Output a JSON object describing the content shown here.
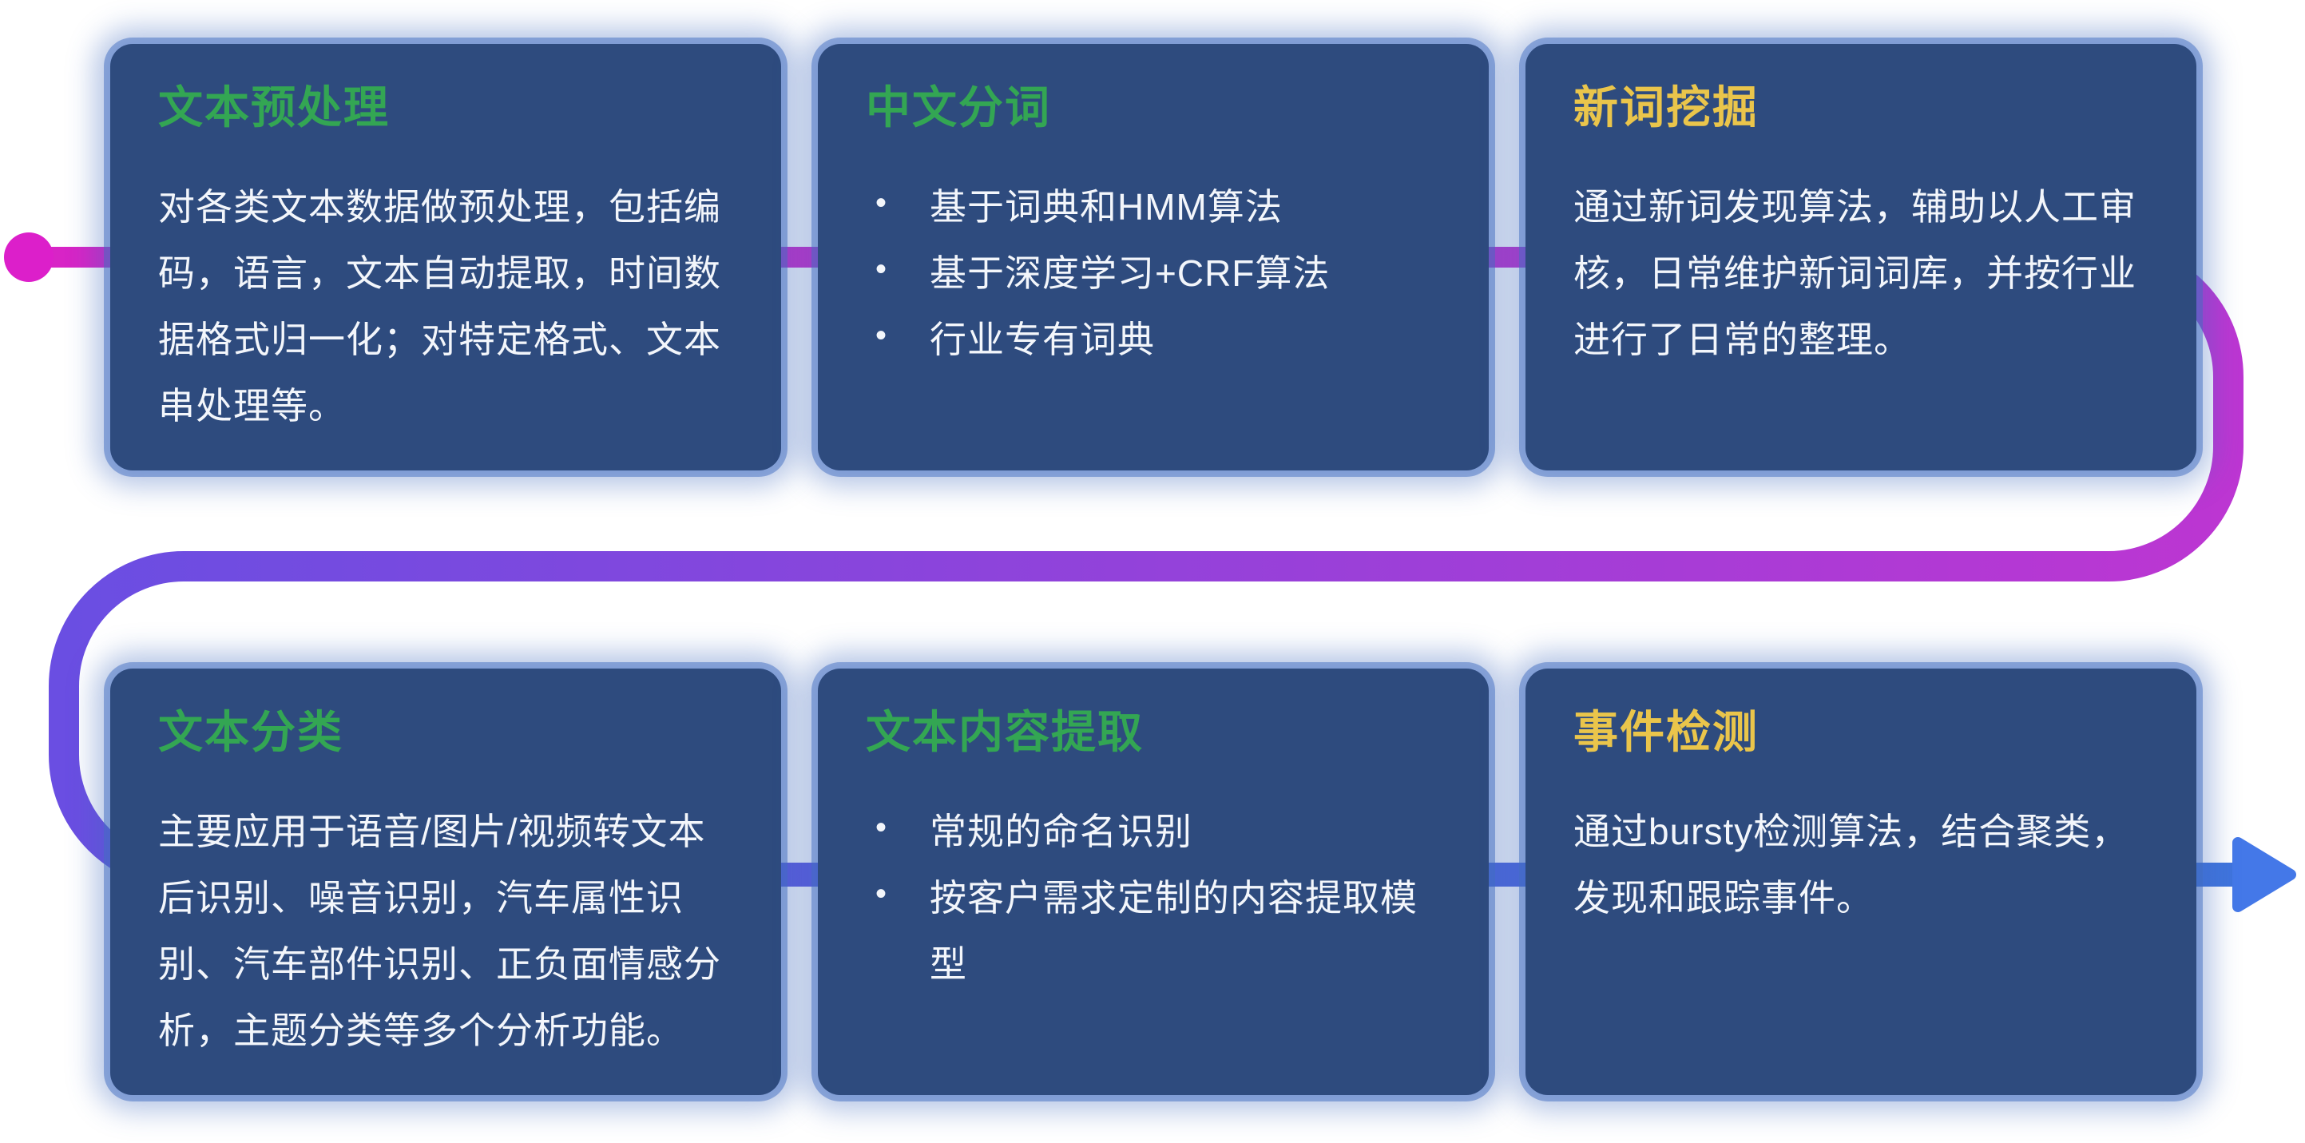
{
  "palette": {
    "page_bg": "#ffffff",
    "card_bg": "#2e4b7e",
    "card_glow": "#426ec2",
    "title_green": "#33a653",
    "title_yellow": "#eac54b",
    "body_text": "#f3f6fb",
    "line_start": "#d824c6",
    "line_mid": "#bc36d2",
    "line_indigo": "#6a4ee2",
    "line_end": "#3f74dd",
    "dot_color": "#dc1fca",
    "arrow_color": "#4478e8"
  },
  "cards": [
    {
      "id": "text-preprocessing",
      "title": "文本预处理",
      "body": "对各类文本数据做预处理，包括编码，语言，文本自动提取，时间数据格式归一化；对特定格式、文本串处理等。"
    },
    {
      "id": "chinese-word-segmentation",
      "title": "中文分词",
      "bullets": [
        "基于词典和HMM算法",
        "基于深度学习+CRF算法",
        "行业专有词典"
      ]
    },
    {
      "id": "new-word-mining",
      "title": "新词挖掘",
      "body": "通过新词发现算法，辅助以人工审核，日常维护新词词库，并按行业进行了日常的整理。"
    },
    {
      "id": "text-classification",
      "title": "文本分类",
      "body": "主要应用于语音/图片/视频转文本后识别、噪音识别，汽车属性识别、汽车部件识别、正负面情感分析，主题分类等多个分析功能。"
    },
    {
      "id": "text-content-extraction",
      "title": "文本内容提取",
      "bullets": [
        "常规的命名识别",
        "按客户需求定制的内容提取模型"
      ]
    },
    {
      "id": "event-detection",
      "title": "事件检测",
      "body": "通过bursty检测算法，结合聚类，发现和跟踪事件。"
    }
  ]
}
